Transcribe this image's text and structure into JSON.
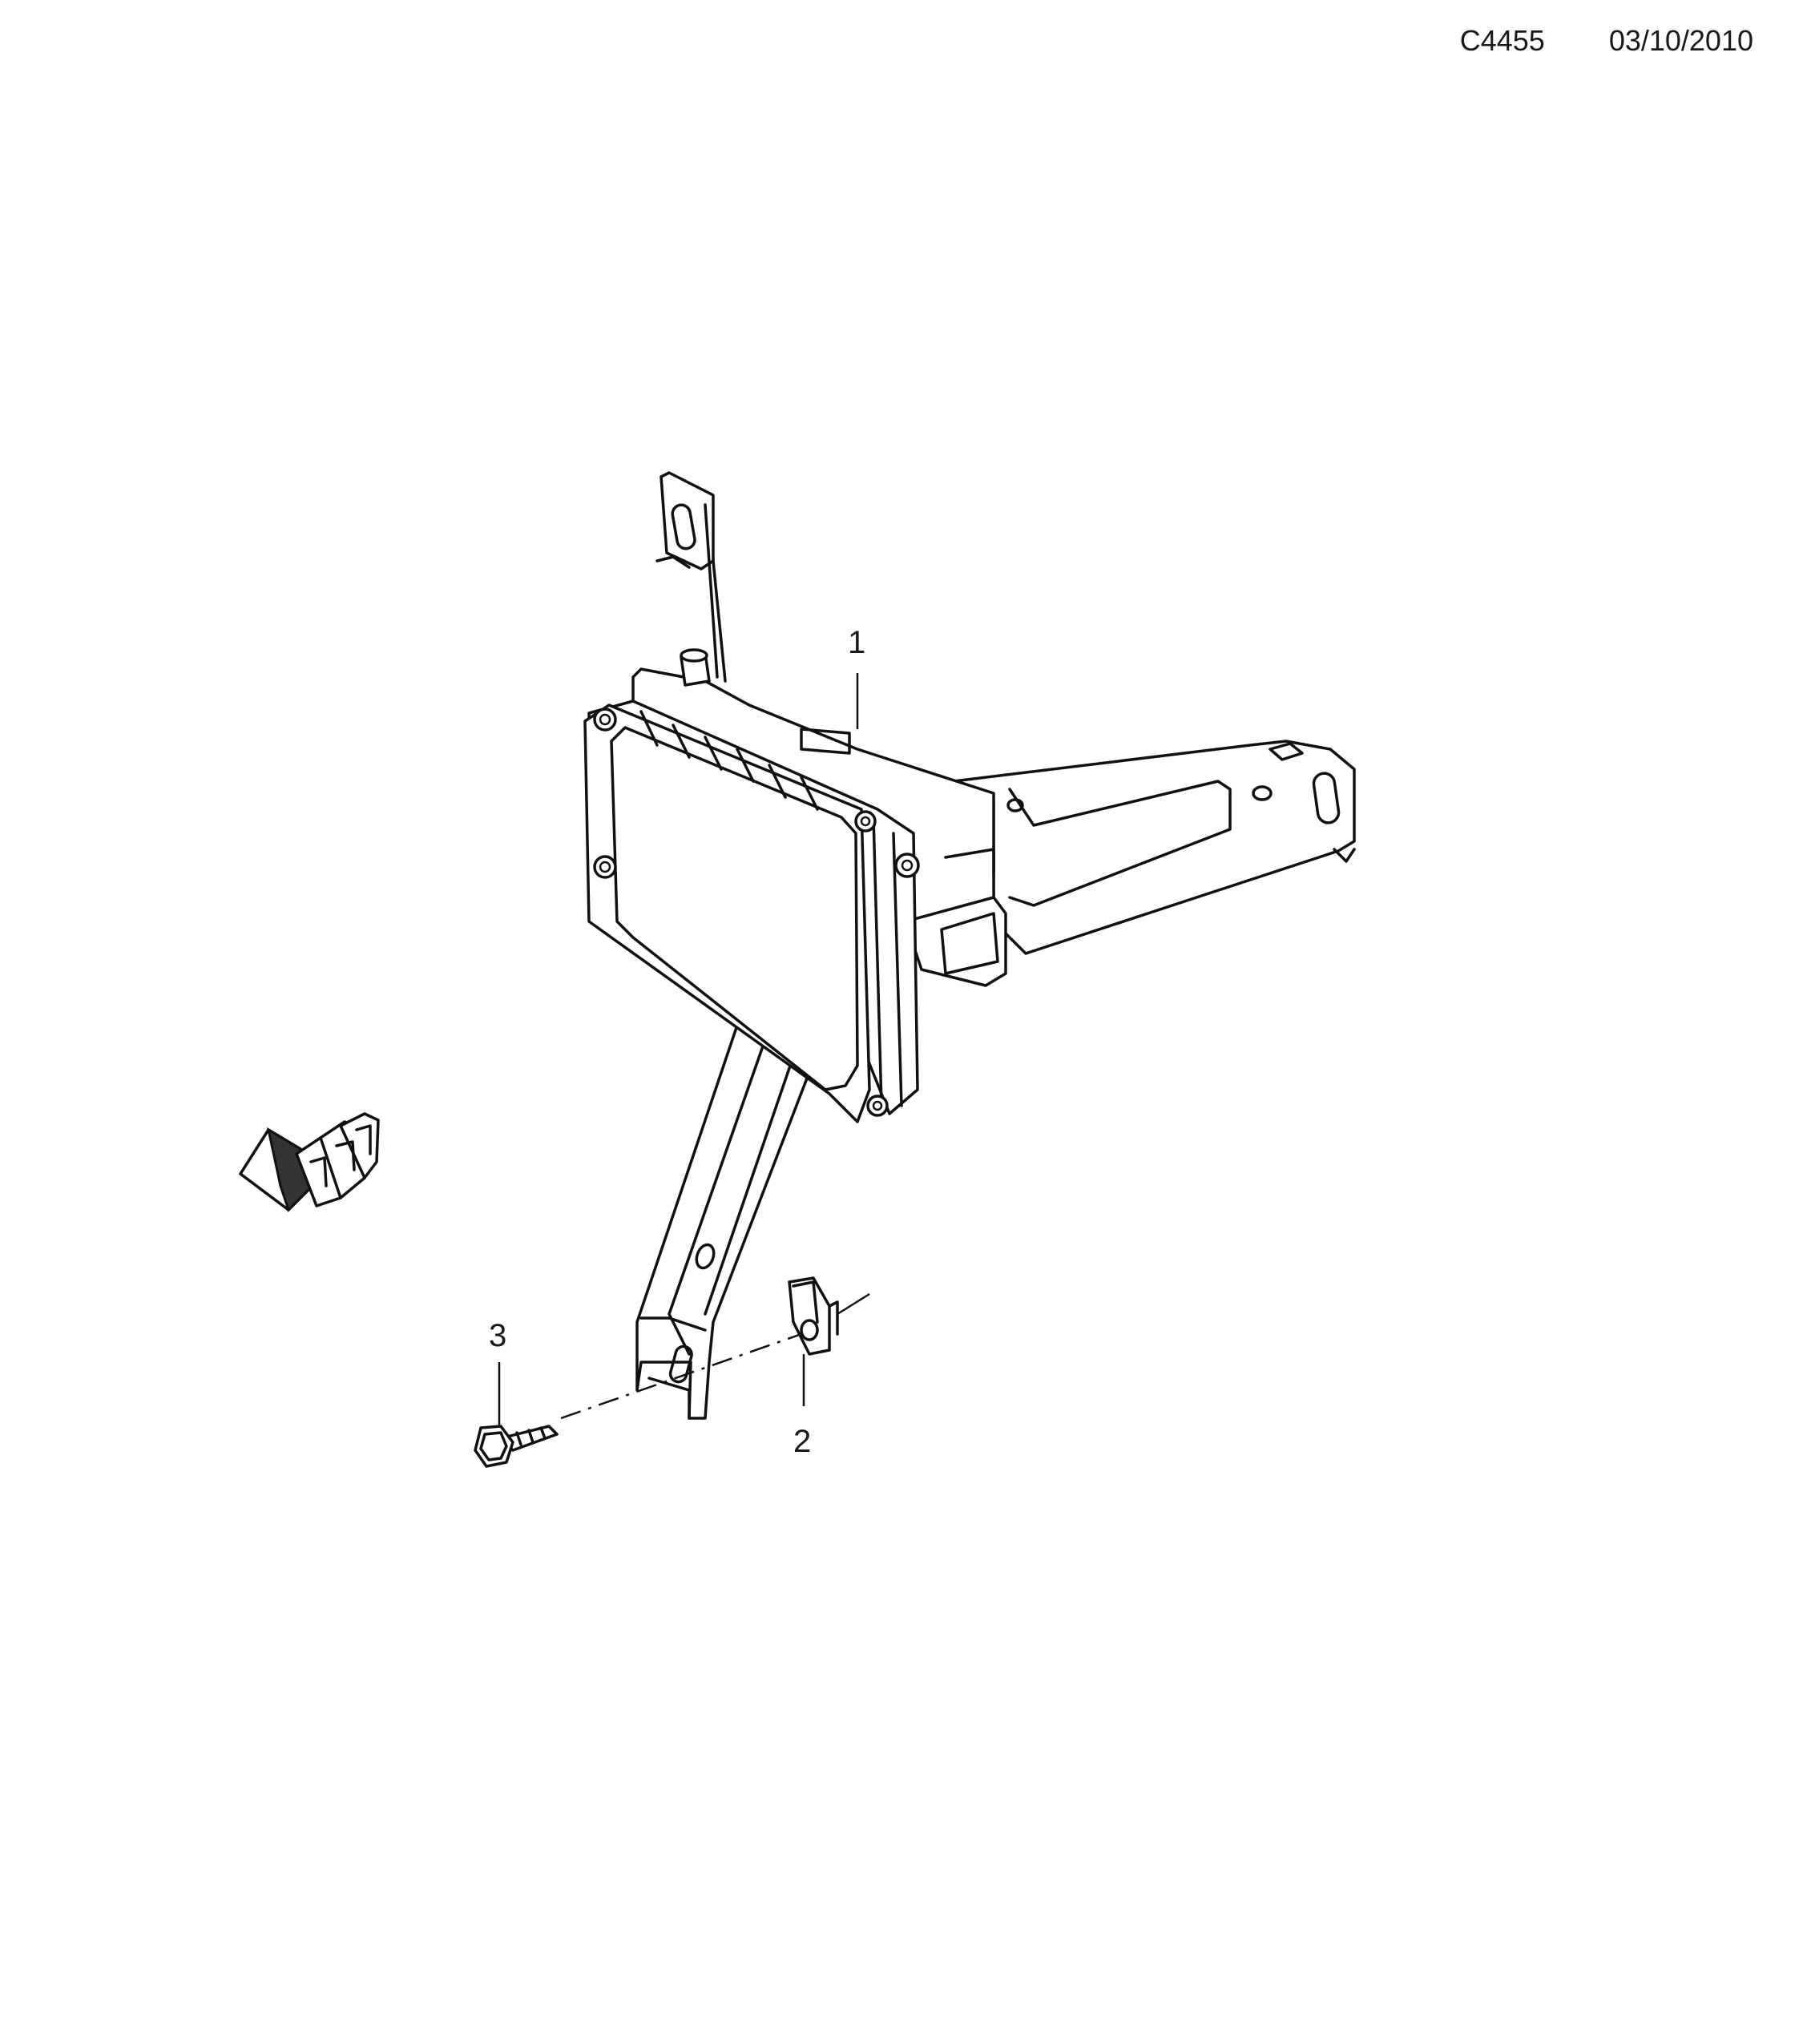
{
  "diagram_code": "C4455",
  "date": "03/10/2010",
  "callouts": [
    {
      "number": "1"
    },
    {
      "number": "2"
    },
    {
      "number": "3"
    }
  ],
  "orientation_marker": {
    "text": "FRT",
    "icon": "front-direction-arrow-icon"
  }
}
